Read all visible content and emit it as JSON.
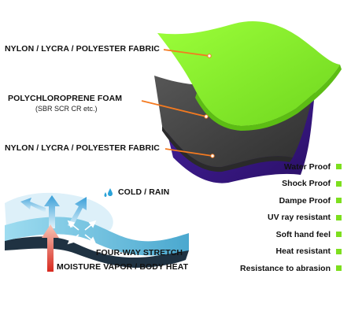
{
  "layers": {
    "top_label": "NYLON / LYCRA / POLYESTER FABRIC",
    "middle_label": "POLYCHLOROPRENE FOAM",
    "middle_sublabel": "(SBR SCR CR etc.)",
    "bottom_label": "NYLON / LYCRA / POLYESTER FABRIC"
  },
  "inset": {
    "cold_label": "COLD / RAIN",
    "stretch_label": "FOUR-WAY STRETCH",
    "moisture_label": "MOISTURE VAPOR / BODY HEAT"
  },
  "features": [
    "Water Proof",
    "Shock Proof",
    "Dampe Proof",
    "UV ray resistant",
    "Soft hand feel",
    "Heat resistant",
    "Resistance to abrasion"
  ],
  "colors": {
    "top_fabric": "#8cf531",
    "foam": "#4a4a4a",
    "bottom_fabric": "#3d1a8c",
    "leader_line": "#f47a20",
    "feature_dot": "#7ddf1e",
    "inset_blue": "#5ab8da"
  }
}
